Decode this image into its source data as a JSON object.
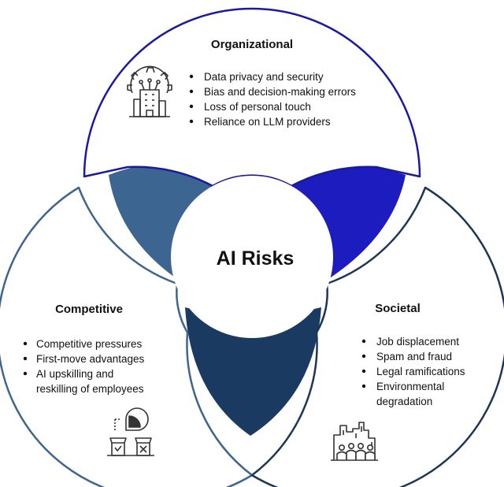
{
  "diagram": {
    "center_label": "AI Risks",
    "colors": {
      "organizational_stroke": "#1a1aa0",
      "competitive_stroke": "#3e6490",
      "societal_stroke": "#1d3557",
      "overlap_top_left": "#3d6591",
      "overlap_top_right": "#1c1cbf",
      "overlap_bottom": "#1b3a62",
      "icon_stroke": "#333333"
    },
    "organizational": {
      "title": "Organizational",
      "bullets": [
        "Data privacy and security",
        "Bias and decision-making errors",
        "Loss of personal touch",
        "Reliance on LLM providers"
      ],
      "icon": "ai-building-gear-icon"
    },
    "competitive": {
      "title": "Competitive",
      "bullets": [
        "Competitive pressures",
        "First-move advantages",
        "AI upskilling and",
        "reskilling of employees"
      ],
      "icon": "market-stalls-chart-icon"
    },
    "societal": {
      "title": "Societal",
      "bullets": [
        "Job displacement",
        "Spam and fraud",
        "Legal ramifications",
        "Environmental",
        "degradation"
      ],
      "icon": "city-people-icon"
    }
  }
}
